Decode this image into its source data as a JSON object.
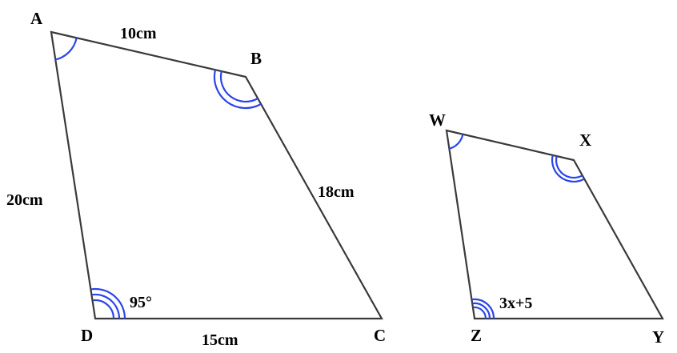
{
  "colors": {
    "edge": "#3a3a3a",
    "angle_mark": "#2b45e6",
    "text": "#000000"
  },
  "quad_large": {
    "vertices": {
      "a": "A",
      "b": "B",
      "c": "C",
      "d": "D"
    },
    "sides": {
      "ab": "10cm",
      "bc": "18cm",
      "ad": "20cm",
      "dc": "15cm"
    },
    "angle_d": "95°"
  },
  "quad_small": {
    "vertices": {
      "w": "W",
      "x": "X",
      "y": "Y",
      "z": "Z"
    },
    "angle_z": "3x+5"
  }
}
